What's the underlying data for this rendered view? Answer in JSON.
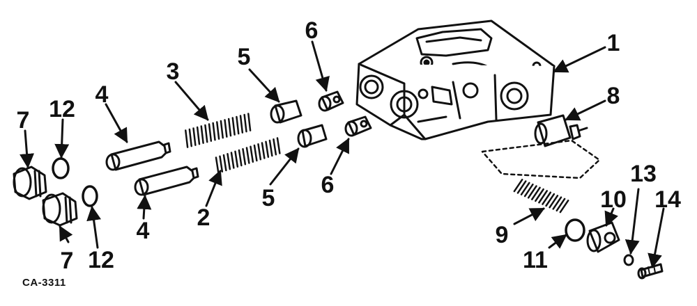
{
  "diagram_code": "CA-3311",
  "callouts": [
    {
      "id": "c1",
      "text": "1"
    },
    {
      "id": "c2",
      "text": "2"
    },
    {
      "id": "c3",
      "text": "3"
    },
    {
      "id": "c4a",
      "text": "4"
    },
    {
      "id": "c4b",
      "text": "4"
    },
    {
      "id": "c5a",
      "text": "5"
    },
    {
      "id": "c5b",
      "text": "5"
    },
    {
      "id": "c6a",
      "text": "6"
    },
    {
      "id": "c6b",
      "text": "6"
    },
    {
      "id": "c7a",
      "text": "7"
    },
    {
      "id": "c7b",
      "text": "7"
    },
    {
      "id": "c8",
      "text": "8"
    },
    {
      "id": "c9",
      "text": "9"
    },
    {
      "id": "c10",
      "text": "10"
    },
    {
      "id": "c11",
      "text": "11"
    },
    {
      "id": "c12a",
      "text": "12"
    },
    {
      "id": "c12b",
      "text": "12"
    },
    {
      "id": "c13",
      "text": "13"
    },
    {
      "id": "c14",
      "text": "14"
    }
  ],
  "colors": {
    "ink": "#111111",
    "paper": "#ffffff"
  }
}
